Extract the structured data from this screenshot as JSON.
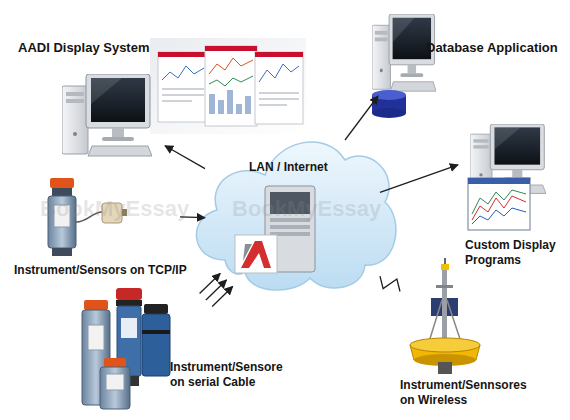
{
  "diagram": {
    "nodes": [
      {
        "text": [
          "AADI Display System"
        ]
      },
      {
        "text": [
          "Database Application"
        ]
      },
      {
        "text": [
          "LAN / Internet"
        ]
      },
      {
        "text": [
          "Custom Display Programs"
        ]
      },
      {
        "text": [
          "Instrument/Sensors on TCP/IP"
        ]
      },
      {
        "text": [
          "Instrument/Sensore on serial Cable"
        ]
      },
      {
        "text": [
          "Instrument/Sennsores on Wireless"
        ]
      }
    ],
    "edges": [
      {
        "from": 2,
        "to": 0,
        "arrow": "to"
      },
      {
        "from": 2,
        "to": 1,
        "arrow": "to"
      },
      {
        "from": 2,
        "to": 3,
        "arrow": "to"
      },
      {
        "from": 4,
        "to": 2,
        "arrow": "to"
      },
      {
        "from": 5,
        "to": 2,
        "arrow": "to"
      },
      {
        "from": 6,
        "to": 2,
        "arrow": "none"
      }
    ],
    "labels": [
      "BookMyEssay",
      "BookMyEssay"
    ]
  }
}
